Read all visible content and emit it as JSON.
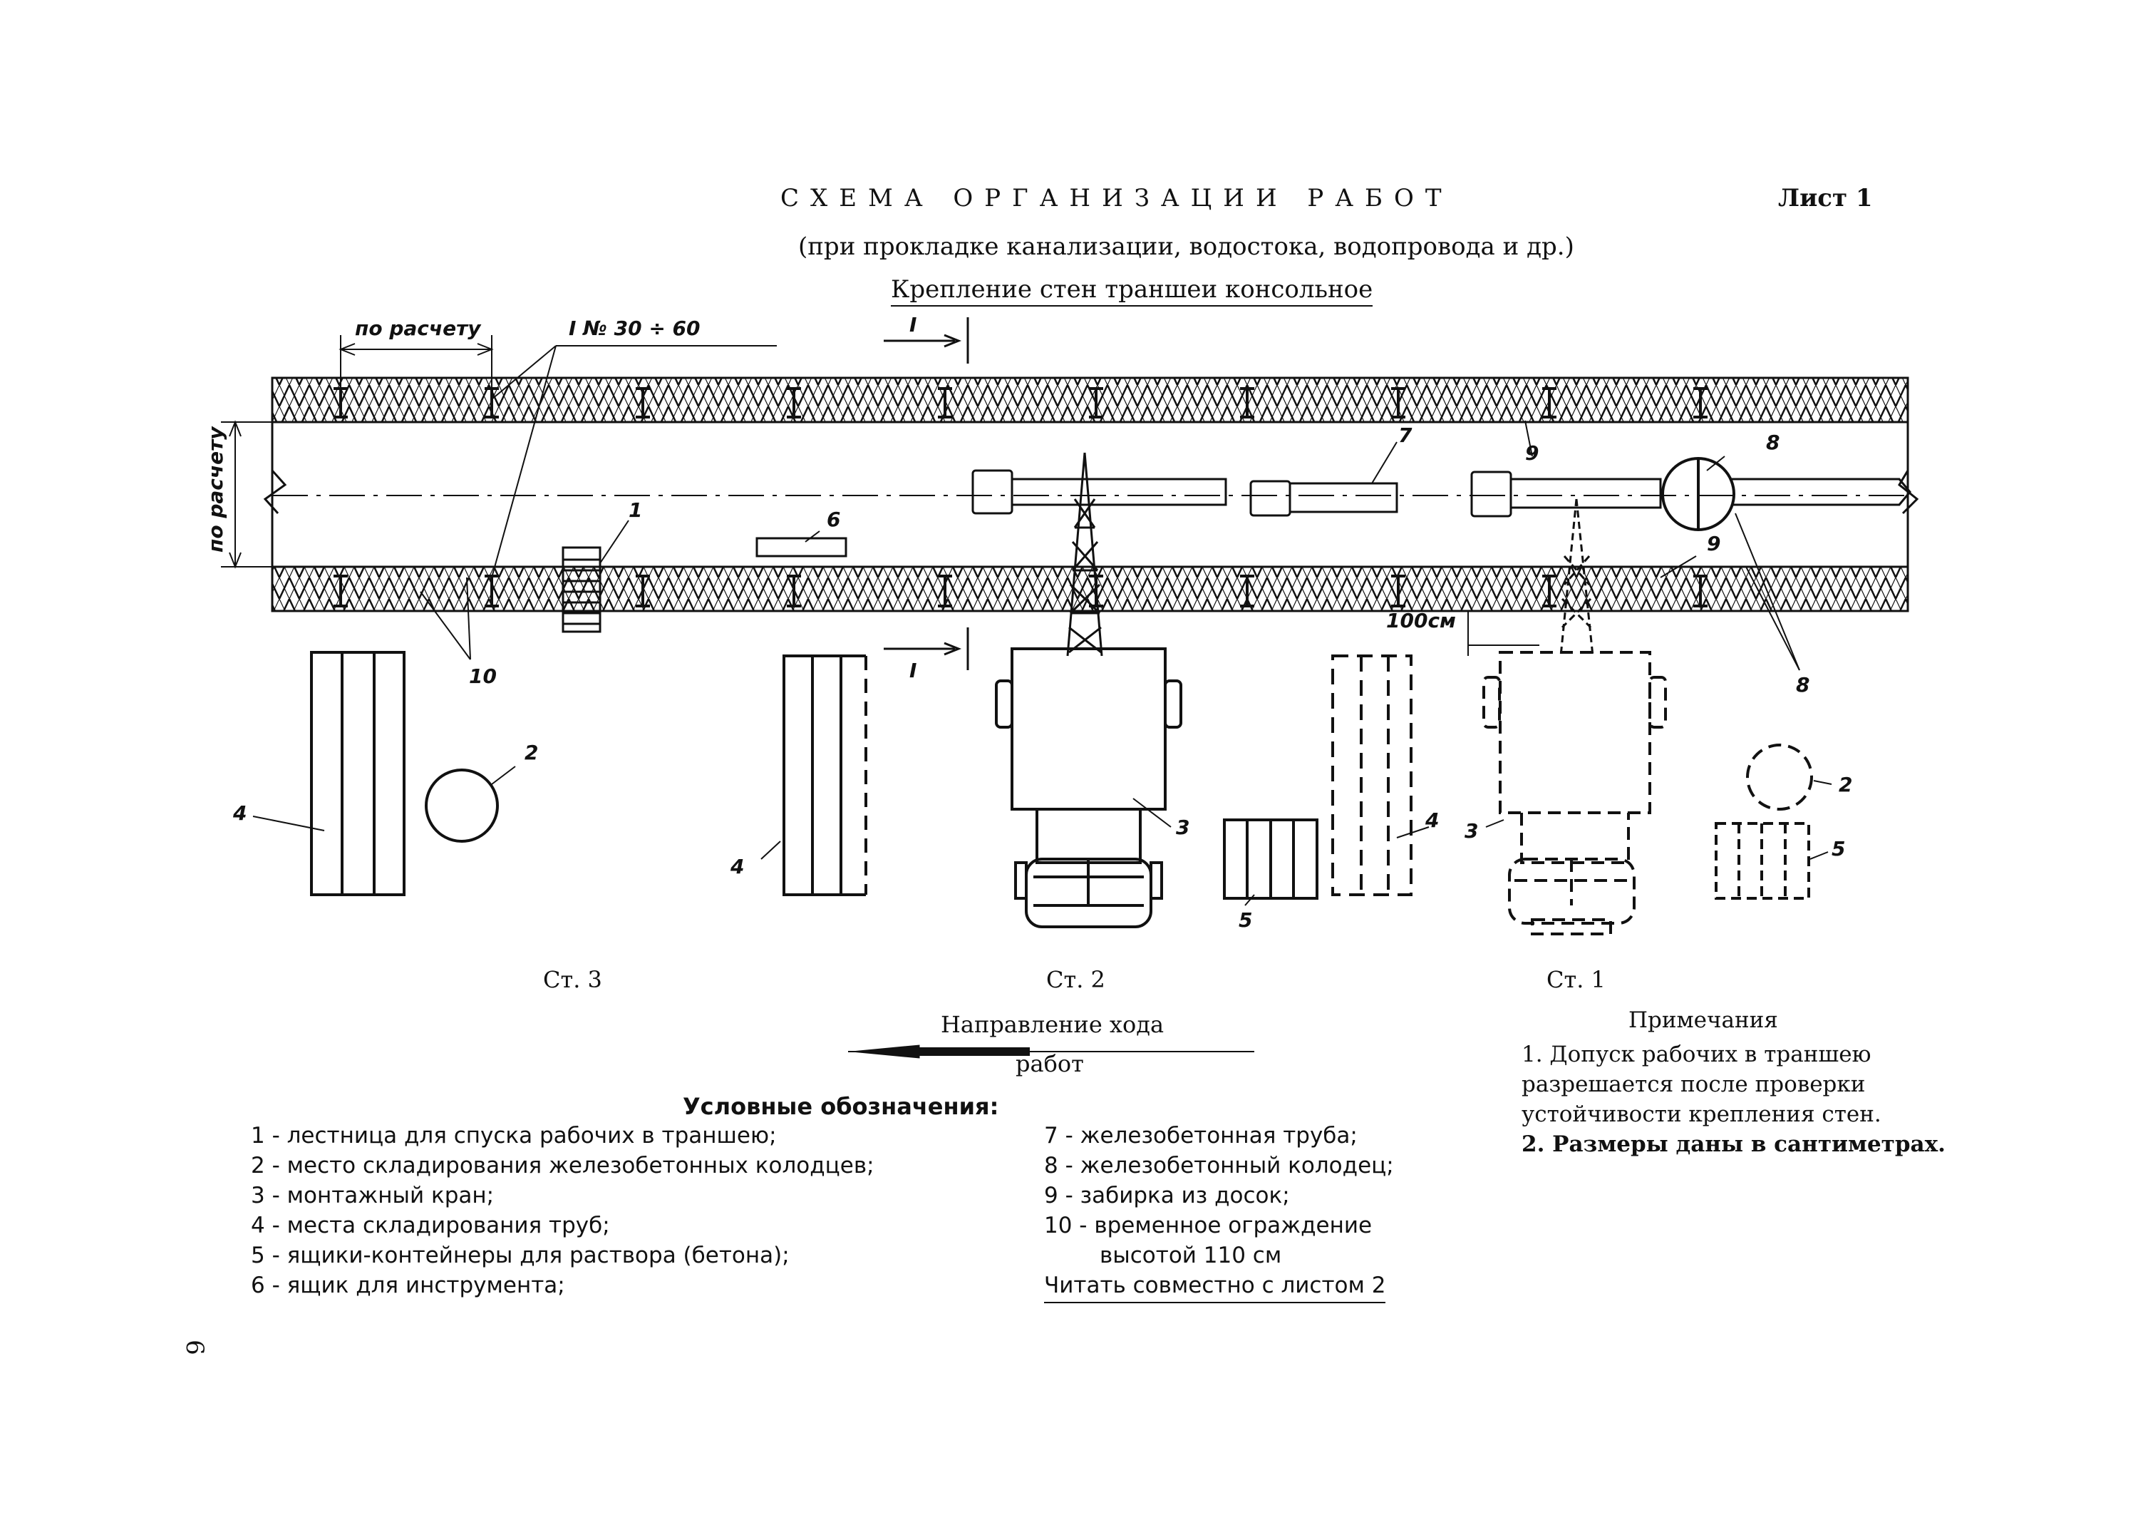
{
  "header": {
    "title": "СХЕМА ОРГАНИЗАЦИИ РАБОТ",
    "sheet": "Лист 1",
    "subtitle": "(при прокладке канализации, водостока, водопровода и др.)",
    "fastening": "Крепление стен траншеи консольное"
  },
  "dimensions": {
    "spacing": "по расчету",
    "beam": "I № 30 ÷ 60",
    "width": "по расчету",
    "distance": "100см",
    "section": "I"
  },
  "callouts": [
    "1",
    "2",
    "3",
    "4",
    "5",
    "6",
    "7",
    "8",
    "9",
    "10"
  ],
  "stations": {
    "st3": "Ст. 3",
    "st2": "Ст. 2",
    "st1": "Ст. 1"
  },
  "direction": {
    "line1": "Направление хода",
    "line2": "работ"
  },
  "legend": {
    "heading": "Условные обозначения:",
    "left": [
      "1 - лестница для спуска рабочих в траншею;",
      "2 - место складирования железобетонных колодцев;",
      "3 - монтажный кран;",
      "4 - места складирования труб;",
      "5 - ящики-контейнеры для раствора (бетона);",
      "6 - ящик для инструмента;"
    ],
    "right": [
      "7 - железобетонная труба;",
      "8 - железобетонный колодец;",
      "9 - забирка из досок;",
      "10 - временное ограждение",
      "высотой 110 см"
    ],
    "read_with": "Читать совместно с листом 2"
  },
  "notes": {
    "heading": "Примечания",
    "lines": [
      "1. Допуск рабочих в траншею",
      "разрешается после проверки",
      "устойчивости крепления стен.",
      "2. Размеры даны в сантиметрах."
    ]
  },
  "page_number": "6"
}
